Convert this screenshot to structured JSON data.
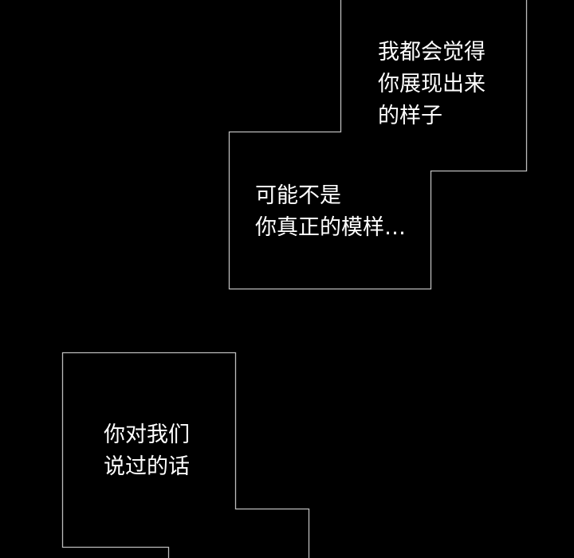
{
  "colors": {
    "background": "#000000",
    "frame": "#bdbdbd",
    "text": "#ffffff"
  },
  "panels": [
    {
      "name": "panel-top-right",
      "lines": [
        "我都会觉得",
        "你展现出来",
        "的样子"
      ]
    },
    {
      "name": "panel-middle",
      "lines": [
        "可能不是",
        "你真正的模样…"
      ]
    },
    {
      "name": "panel-bottom-left",
      "lines": [
        "你对我们",
        "说过的话"
      ]
    }
  ]
}
